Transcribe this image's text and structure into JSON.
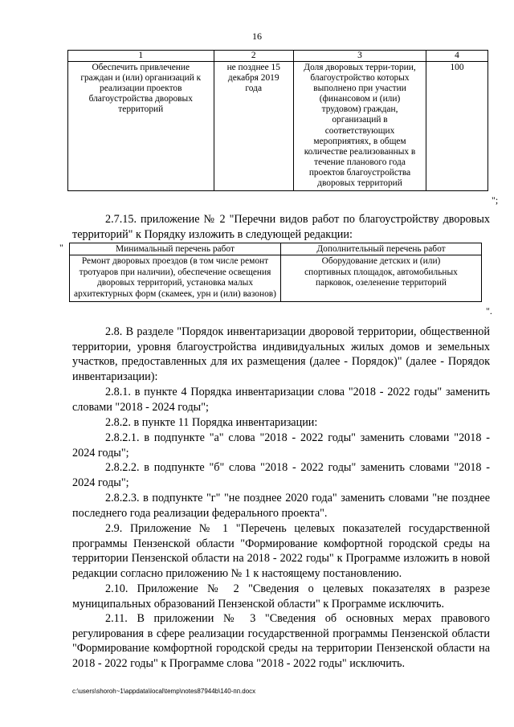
{
  "page_number": "16",
  "table1": {
    "header": [
      "1",
      "2",
      "3",
      "4"
    ],
    "row": {
      "task": "Обеспечить привлечение граждан и (или) организаций к реализации проектов благоустройства дворовых территорий",
      "deadline": "не позднее 15 декабря 2019 года",
      "indicator": "Доля дворовых терри-тории, благоустройство которых выполнено при участии (финансовом и (или) трудовом) граждан, организаций в соответствующих мероприятиях, в общем количестве реализованных в течение планового года проектов благоустройства дворовых территорий",
      "value": "100"
    },
    "closing_mark": "\";"
  },
  "item_2_7_15": "2.7.15. приложение № 2 \"Перечни видов работ по благоустройству дворовых территорий\" к Порядку изложить в следующей редакции:",
  "table2": {
    "opening_mark": "\"",
    "headers": [
      "Минимальный перечень работ",
      "Дополнительный перечень работ"
    ],
    "min_works": "Ремонт дворовых проездов (в том числе ремонт тротуаров при наличии), обеспечение освещения дворовых территорий, установка малых архитектурных форм (скамеек, урн и (или) вазонов)",
    "extra_works": "Оборудование детских и (или) спортивных площадок, автомобильных парковок, озеленение территорий",
    "closing_mark": "\"."
  },
  "paragraphs": [
    "2.8. В разделе \"Порядок инвентаризации дворовой территории, общественной территории, уровня благоустройства индивидуальных жилых домов и земельных участков, предоставленных для их размещения (далее - Порядок)\" (далее - Порядок инвентаризации):",
    "2.8.1. в пункте 4 Порядка инвентаризации слова \"2018 - 2022 годы\" заменить словами \"2018 - 2024 годы\";",
    "2.8.2. в пункте 11 Порядка инвентаризации:",
    "2.8.2.1. в подпункте \"а\" слова \"2018 - 2022 годы\" заменить словами \"2018 - 2024 годы\";",
    "2.8.2.2. в подпункте \"б\" слова \"2018 - 2022 годы\" заменить словами \"2018 - 2024 годы\";",
    "2.8.2.3. в подпункте \"г\" \"не позднее 2020 года\" заменить словами \"не позднее последнего года реализации федерального проекта\".",
    "2.9. Приложение № 1 \"Перечень целевых показателей государственной программы Пензенской области \"Формирование комфортной городской среды на территории Пензенской области на 2018 - 2022 годы\" к Программе изложить в новой редакции согласно приложению № 1 к настоящему постановлению.",
    "2.10. Приложение № 2 \"Сведения о целевых показателях в разрезе муниципальных образований Пензенской области\" к Программе исключить.",
    "2.11. В приложении № 3 \"Сведения об основных мерах правового регулирования в сфере реализации государственной программы Пензенской области \"Формирование комфортной городской среды на территории Пензенской области на 2018 - 2022 годы\" к Программе слова \"2018 - 2022 годы\" исключить."
  ],
  "footer_path": "c:\\users\\shoroh~1\\appdata\\local\\temp\\notes87944b\\140-пп.docx"
}
